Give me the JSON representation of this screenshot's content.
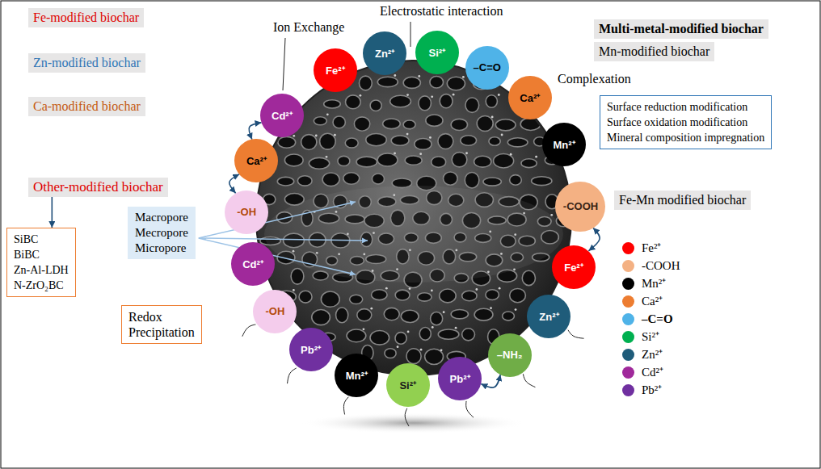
{
  "diagram": {
    "nodes": [
      {
        "text": [
          "Fe-modified biochar"
        ]
      },
      {
        "text": [
          "Zn-modified biochar"
        ]
      },
      {
        "text": [
          "Ca-modified biochar"
        ]
      },
      {
        "text": [
          "Other-modified biochar"
        ]
      },
      {
        "text": [
          "SiBC",
          "BiBC",
          "Zn-Al-LDH",
          "N-ZrO₂BC"
        ]
      },
      {
        "text": [
          "Macropore",
          "Mecropore",
          "Micropore"
        ]
      },
      {
        "text": [
          "Redox",
          "Precipitation"
        ]
      },
      {
        "text": [
          "Multi-metal-modified biochar"
        ]
      },
      {
        "text": [
          "Mn-modified biochar"
        ]
      },
      {
        "text": [
          "Surface reduction modification",
          "Surface oxidation modification",
          "Mineral composition impregnation"
        ]
      },
      {
        "text": [
          "Fe-Mn modified biochar"
        ]
      },
      {
        "text": [
          "Fe²⁺"
        ]
      },
      {
        "text": [
          "Zn²⁺"
        ]
      },
      {
        "text": [
          "Si²⁺"
        ]
      },
      {
        "text": [
          "–C=O"
        ]
      },
      {
        "text": [
          "Ca²⁺"
        ]
      },
      {
        "text": [
          "Mn²⁺"
        ]
      },
      {
        "text": [
          "-COOH"
        ]
      },
      {
        "text": [
          "Fe²⁺"
        ]
      },
      {
        "text": [
          "Zn²⁺"
        ]
      },
      {
        "text": [
          "–NH₂"
        ]
      },
      {
        "text": [
          "Pb²⁺"
        ]
      },
      {
        "text": [
          "Si²⁺"
        ]
      },
      {
        "text": [
          "Mn²⁺"
        ]
      },
      {
        "text": [
          "Pb²⁺"
        ]
      },
      {
        "text": [
          "-OH"
        ]
      },
      {
        "text": [
          "Cd²⁺"
        ]
      },
      {
        "text": [
          "-OH"
        ]
      },
      {
        "text": [
          "Ca²⁺"
        ]
      },
      {
        "text": [
          "Cd²⁺"
        ]
      }
    ],
    "edges": [
      {
        "from": 3,
        "to": 4,
        "arrow": "to"
      },
      {
        "from": 28,
        "to": 29,
        "arrow": "both"
      },
      {
        "from": 28,
        "to": 27,
        "arrow": "both"
      },
      {
        "from": 21,
        "to": 20,
        "arrow": "both"
      },
      {
        "from": 17,
        "to": 18,
        "arrow": "both"
      }
    ],
    "labels": [
      "Ion Exchange",
      "Electrostatic interaction",
      "Complexation"
    ],
    "legend": [
      {
        "text": "Fe²⁺",
        "color": "#FF0000"
      },
      {
        "text": "-COOH",
        "color": "#F4B183"
      },
      {
        "text": "Mn²⁺",
        "color": "#000000"
      },
      {
        "text": "Ca²⁺",
        "color": "#ED7D31"
      },
      {
        "text": "–C=O",
        "color": "#4FB3E8"
      },
      {
        "text": "Si²⁺",
        "color": "#00B050"
      },
      {
        "text": "Zn²⁺",
        "color": "#1F5C7A"
      },
      {
        "text": "Cd²⁺",
        "color": "#A0299B"
      },
      {
        "text": "Pb²⁺",
        "color": "#7030A0"
      }
    ]
  }
}
